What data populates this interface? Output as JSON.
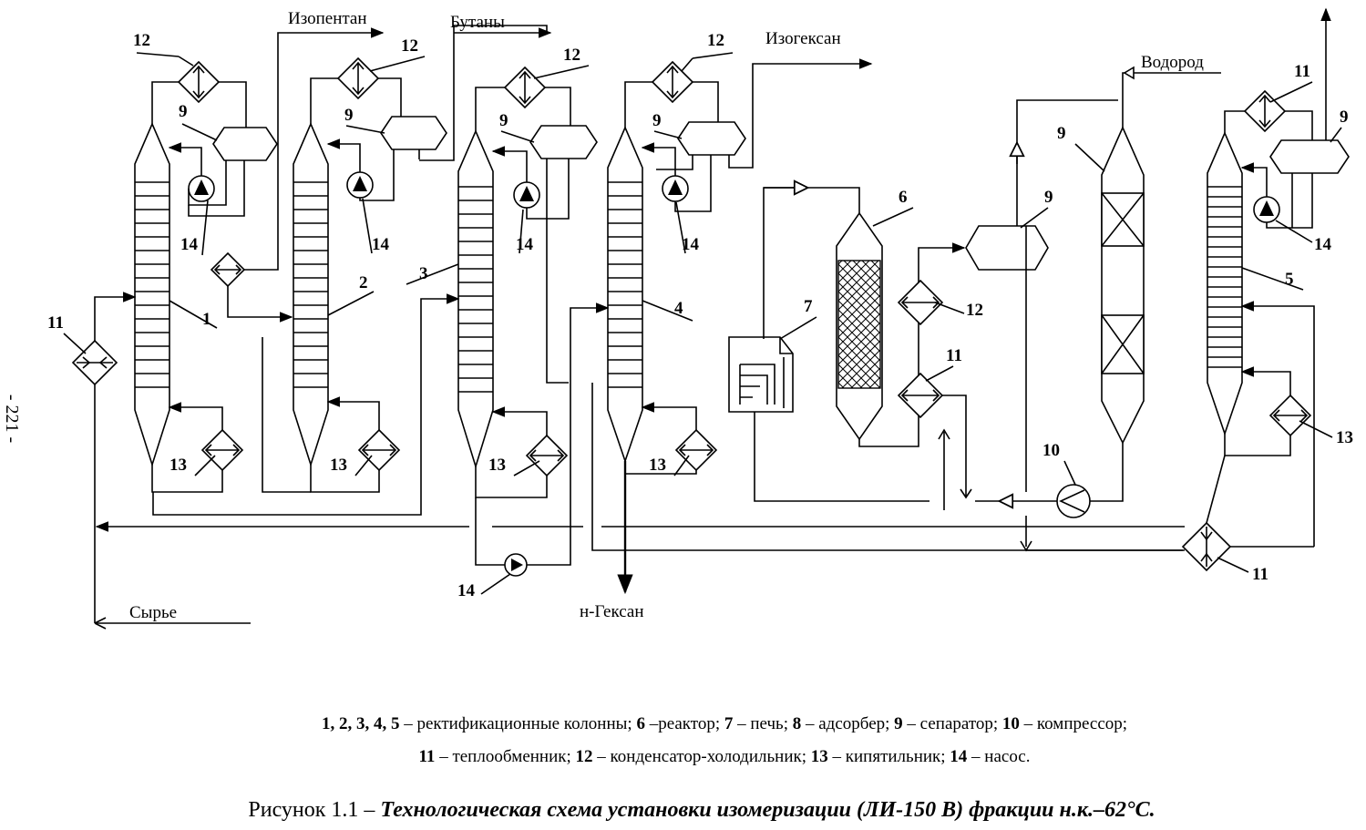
{
  "page_number": "- 221 -",
  "labels": {
    "isopentane": "Изопентан",
    "butanes": "Бутаны",
    "isohexane": "Изогексан",
    "hydrogen": "Водород",
    "feed": "Сырье",
    "n_hexane": "н-Гексан"
  },
  "numbers": {
    "n1": "1",
    "n2": "2",
    "n3": "3",
    "n4": "4",
    "n5": "5",
    "n6": "6",
    "n7": "7",
    "n9": "9",
    "n10": "10",
    "n11": "11",
    "n12": "12",
    "n13": "13",
    "n14": "14"
  },
  "legend": {
    "line1": [
      {
        "num": "1, 2, 3, 4, 5",
        "text": " – ректификационные колонны; "
      },
      {
        "num": "6",
        "text": " –реактор; "
      },
      {
        "num": "7",
        "text": " – печь; "
      },
      {
        "num": "8",
        "text": " – адсорбер; "
      },
      {
        "num": "9",
        "text": " – сепаратор; "
      },
      {
        "num": "10",
        "text": " – компрессор;"
      }
    ],
    "line2": [
      {
        "num": "11",
        "text": " – теплообменник; "
      },
      {
        "num": "12",
        "text": " – конденсатор-холодильник; "
      },
      {
        "num": "13",
        "text": " – кипятильник; "
      },
      {
        "num": "14",
        "text": " – насос."
      }
    ]
  },
  "caption": {
    "prefix": "Рисунок 1.1 – ",
    "title": "Технологическая схема установки изомеризации (ЛИ-150 В) фракции н.к.–62°С."
  }
}
